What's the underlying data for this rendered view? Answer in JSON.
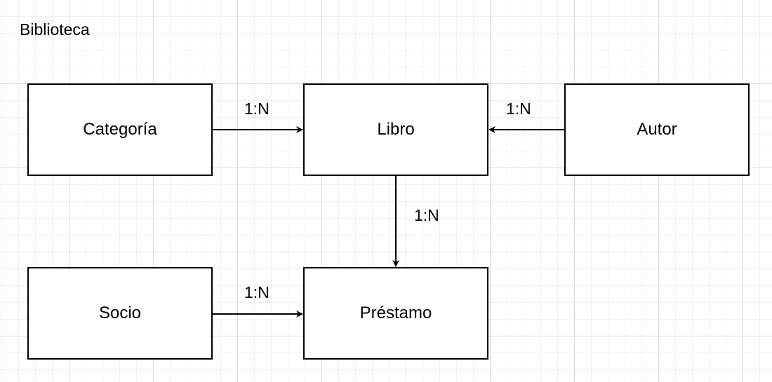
{
  "diagram": {
    "title": "Biblioteca",
    "entities": {
      "categoria": "Categoría",
      "libro": "Libro",
      "autor": "Autor",
      "socio": "Socio",
      "prestamo": "Préstamo"
    },
    "relationships": [
      {
        "from": "Categoría",
        "to": "Libro",
        "cardinality": "1:N"
      },
      {
        "from": "Autor",
        "to": "Libro",
        "cardinality": "1:N"
      },
      {
        "from": "Libro",
        "to": "Préstamo",
        "cardinality": "1:N"
      },
      {
        "from": "Socio",
        "to": "Préstamo",
        "cardinality": "1:N"
      }
    ]
  }
}
